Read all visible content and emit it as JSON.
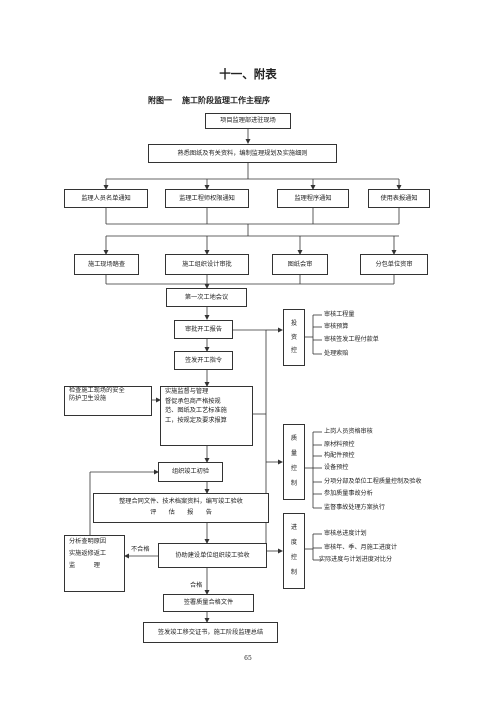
{
  "title": "十一、附表",
  "subtitle": {
    "prefix": "附图一",
    "text": "施工阶段监理工作主程序"
  },
  "boxes": {
    "enter_site": "项目监理部进驻现场",
    "familiarize": "熟悉图纸及有关资料，编制监理规划及实施细则",
    "notify_staff": "监理人员名单通知",
    "notify_authority": "监理工程师权限通知",
    "notify_procedure": "监理程序通知",
    "notify_forms": "使用表报通知",
    "site_survey": "施工现场踏查",
    "org_design_review": "施工组织设计审批",
    "drawing_review": "图纸会审",
    "subcontractor_review": "分包单位资审",
    "first_meeting": "第一次工地会议",
    "start_report_review": "审批开工报告",
    "start_order": "签发开工指令",
    "safety_check": [
      "检查施工现场的安全",
      "防护卫生设施"
    ],
    "implement_supervision": [
      "实施监督与管理",
      "督促承包商严格按规",
      "范、图纸及工艺标准施",
      "工，按规定及要求报算"
    ],
    "completion_inspection": "组织竣工初验",
    "archive_report": [
      "整理合同文件、技术档案资料，编写竣工验收",
      "评　　估　　报　　告"
    ],
    "analyze_reasons": [
      "分析查明原因",
      "实施返修返工",
      "监　　　理"
    ],
    "acceptance_assist": "协助建设单位组织竣工验收",
    "sign_quality": "签署质量合格文件",
    "issue_certificate": "签发竣工移交证书，施工阶段监理总结"
  },
  "side_boxes": {
    "investment": [
      "投",
      "资",
      "控"
    ],
    "quality": [
      "质",
      "量",
      "控",
      "制"
    ],
    "progress": [
      "进",
      "度",
      "控",
      "制"
    ]
  },
  "side_lists": {
    "investment": [
      "审核工程量",
      "审核预算",
      "审核签发工程付款单",
      "处理索赔"
    ],
    "quality": [
      "上岗人员资格审核",
      "原材料预控",
      "构配件预控",
      "设备预控",
      "分项分部及单位工程质量控制及验收",
      "参加质量事故分析",
      "监督事故处理方案执行"
    ],
    "progress": [
      "审核总进度计划",
      "审核年、季、月施工进度计",
      "实际进度与计划进度对比分"
    ]
  },
  "labels": {
    "fail": "不合格",
    "pass": "合格"
  },
  "page_number": "65"
}
